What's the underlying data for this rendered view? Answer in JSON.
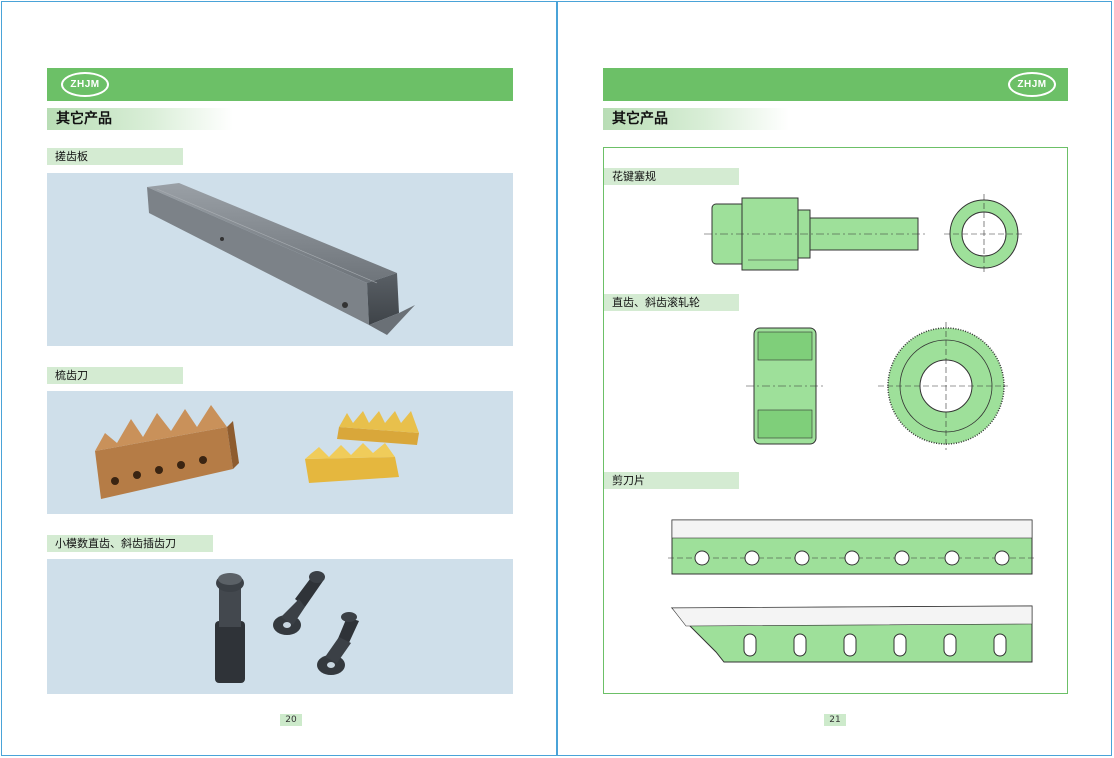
{
  "brand": {
    "logo_text": "ZHJM",
    "accent_color": "#6cc067",
    "border_color": "#4aa3d8"
  },
  "left_page": {
    "section_title": "其它产品",
    "page_number": "20",
    "products": [
      {
        "label": "搓齿板",
        "image": "rolling-plate-photo"
      },
      {
        "label": "梳齿刀",
        "image": "comb-cutter-photo"
      },
      {
        "label": "小模数直齿、斜齿插齿刀",
        "image": "shaper-cutter-photo"
      }
    ]
  },
  "right_page": {
    "section_title": "其它产品",
    "page_number": "21",
    "products": [
      {
        "label": "花键塞规",
        "image": "spline-plug-gauge-drawing"
      },
      {
        "label": "直齿、斜齿滚轧轮",
        "image": "rolling-wheel-drawing"
      },
      {
        "label": "剪刀片",
        "image": "shear-blade-drawing"
      }
    ]
  }
}
